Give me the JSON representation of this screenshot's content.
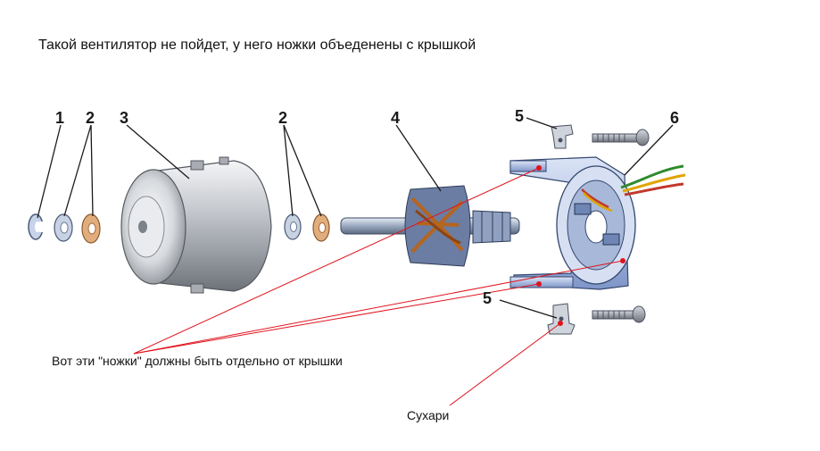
{
  "title": "Такой вентилятор не пойдет, у него ножки объеденены с крышкой",
  "callout_numbers": {
    "n1": "1",
    "n2a": "2",
    "n3": "3",
    "n2b": "2",
    "n4": "4",
    "n5a": "5",
    "n6": "6",
    "n5b": "5"
  },
  "annotations": {
    "legs_note": "Вот эти \"ножки\" должны быть отдельно от крышки",
    "clips_note": "Сухари"
  },
  "colors": {
    "annotation_line": "#e0141e",
    "leader_line": "#1a1a1a",
    "bracket_blue": "#8fa7d8",
    "washer_copper": "#d9a06a",
    "metal_gray": "#b8bcc2"
  }
}
